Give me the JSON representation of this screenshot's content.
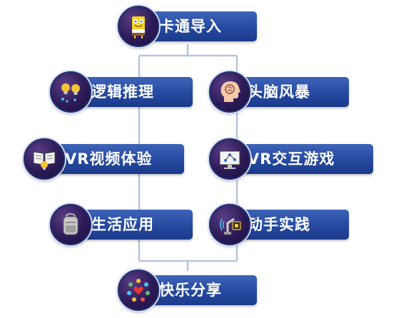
{
  "colors": {
    "pill": "#2549a0",
    "circle": "#2c1b57",
    "connector": "#b7c2df",
    "text": "#ffffff"
  },
  "nodes": {
    "intro": {
      "label": "卡通导入",
      "icon": "sponge-character-icon"
    },
    "logic": {
      "label": "逻辑推理",
      "icon": "light-bulbs-icon"
    },
    "brainstorm": {
      "label": "头脑风暴",
      "icon": "head-brain-icon"
    },
    "vr_video": {
      "label": "VR视频体验",
      "icon": "book-bulb-icon"
    },
    "vr_game": {
      "label": "VR交互游戏",
      "icon": "monitor-network-icon"
    },
    "life": {
      "label": "生活应用",
      "icon": "backpack-icon"
    },
    "hands_on": {
      "label": "动手实践",
      "icon": "robot-arm-icon"
    },
    "share": {
      "label": "快乐分享",
      "icon": "heart-ring-icon"
    }
  }
}
